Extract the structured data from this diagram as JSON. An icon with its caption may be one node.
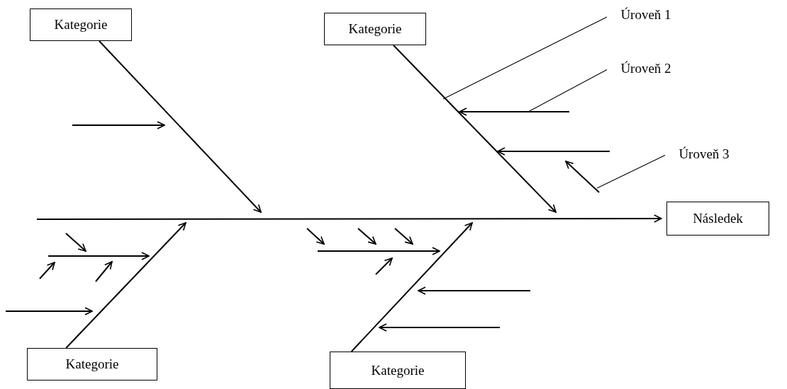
{
  "diagram": {
    "nodes": [
      {
        "text": [
          "Kategorie"
        ]
      },
      {
        "text": [
          "Kategorie"
        ]
      },
      {
        "text": [
          "Úroveň 1"
        ]
      },
      {
        "text": [
          "Úroveň 2"
        ]
      },
      {
        "text": [
          "Úroveň 3"
        ]
      },
      {
        "text": [
          "Následek"
        ]
      },
      {
        "text": [
          "Kategorie"
        ]
      },
      {
        "text": [
          "Kategorie"
        ]
      }
    ],
    "edges": [
      {
        "from": null,
        "to": 5,
        "arrow": "to"
      },
      {
        "from": 0,
        "to": null,
        "arrow": "to"
      },
      {
        "from": 1,
        "to": null,
        "arrow": "to"
      },
      {
        "from": 6,
        "to": null,
        "arrow": "to"
      },
      {
        "from": 7,
        "to": null,
        "arrow": "to"
      },
      {
        "from": 2,
        "to": null,
        "arrow": "none"
      },
      {
        "from": 3,
        "to": null,
        "arrow": "none"
      },
      {
        "from": 4,
        "to": null,
        "arrow": "none"
      }
    ]
  }
}
